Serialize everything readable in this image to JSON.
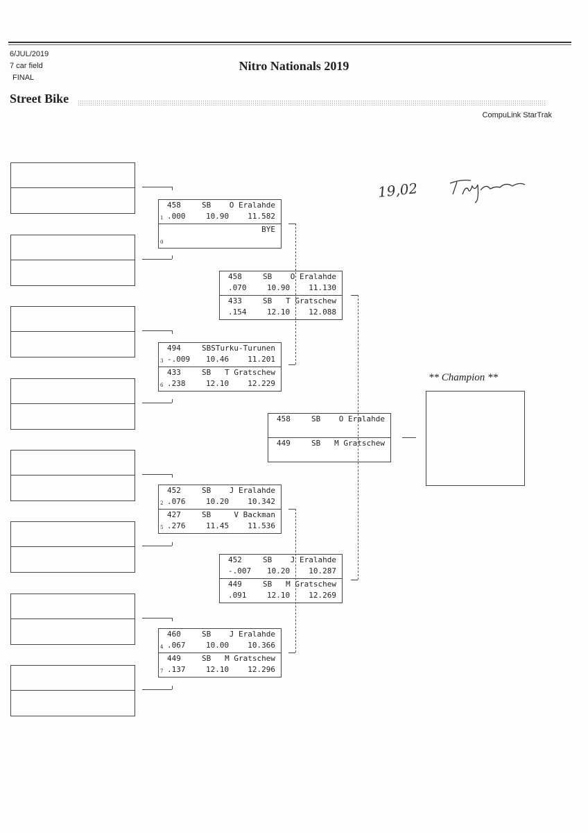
{
  "header": {
    "date": "6/JUL/2019",
    "field": "7 car field",
    "status": "FINAL",
    "title": "Nitro Nationals 2019",
    "class_name": "Street Bike",
    "software": "CompuLink StarTrak"
  },
  "handwritten": {
    "note": "19,02",
    "signature": "signature"
  },
  "champion_label": "** Champion **",
  "round1": [
    {
      "top": {
        "car": "458",
        "cls": "SB",
        "name": "O Eralahde",
        "seed": "1",
        "rt": ".000",
        "dial": "10.90",
        "et": "11.582"
      },
      "bottom": {
        "car": "",
        "cls": "",
        "name": "BYE",
        "seed": "0",
        "rt": "",
        "dial": "",
        "et": ""
      }
    },
    {
      "top": {
        "car": "494",
        "cls": "SBS",
        "name": "Turku-Turunen",
        "seed": "3",
        "rt": "-.009",
        "dial": "10.46",
        "et": "11.201"
      },
      "bottom": {
        "car": "433",
        "cls": "SB",
        "name": "T Gratschew",
        "seed": "6",
        "rt": ".238",
        "dial": "12.10",
        "et": "12.229"
      }
    },
    {
      "top": {
        "car": "452",
        "cls": "SB",
        "name": "J Eralahde",
        "seed": "2",
        "rt": ".076",
        "dial": "10.20",
        "et": "10.342"
      },
      "bottom": {
        "car": "427",
        "cls": "SB",
        "name": "V Backman",
        "seed": "5",
        "rt": ".276",
        "dial": "11.45",
        "et": "11.536"
      }
    },
    {
      "top": {
        "car": "460",
        "cls": "SB",
        "name": "J Eralahde",
        "seed": "4",
        "rt": ".067",
        "dial": "10.00",
        "et": "10.366"
      },
      "bottom": {
        "car": "449",
        "cls": "SB",
        "name": "M Gratschew",
        "seed": "7",
        "rt": ".137",
        "dial": "12.10",
        "et": "12.296"
      }
    }
  ],
  "round2": [
    {
      "top": {
        "car": "458",
        "cls": "SB",
        "name": "O Eralahde",
        "seed": "",
        "rt": ".070",
        "dial": "10.90",
        "et": "11.130"
      },
      "bottom": {
        "car": "433",
        "cls": "SB",
        "name": "T Gratschew",
        "seed": "",
        "rt": ".154",
        "dial": "12.10",
        "et": "12.088"
      }
    },
    {
      "top": {
        "car": "452",
        "cls": "SB",
        "name": "J Eralahde",
        "seed": "",
        "rt": "-.007",
        "dial": "10.20",
        "et": "10.287"
      },
      "bottom": {
        "car": "449",
        "cls": "SB",
        "name": "M Gratschew",
        "seed": "",
        "rt": ".091",
        "dial": "12.10",
        "et": "12.269"
      }
    }
  ],
  "final": [
    {
      "top": {
        "car": "458",
        "cls": "SB",
        "name": "O Eralahde",
        "seed": "",
        "rt": "",
        "dial": "",
        "et": ""
      },
      "bottom": {
        "car": "449",
        "cls": "SB",
        "name": "M Gratschew",
        "seed": "",
        "rt": "",
        "dial": "",
        "et": ""
      }
    }
  ]
}
